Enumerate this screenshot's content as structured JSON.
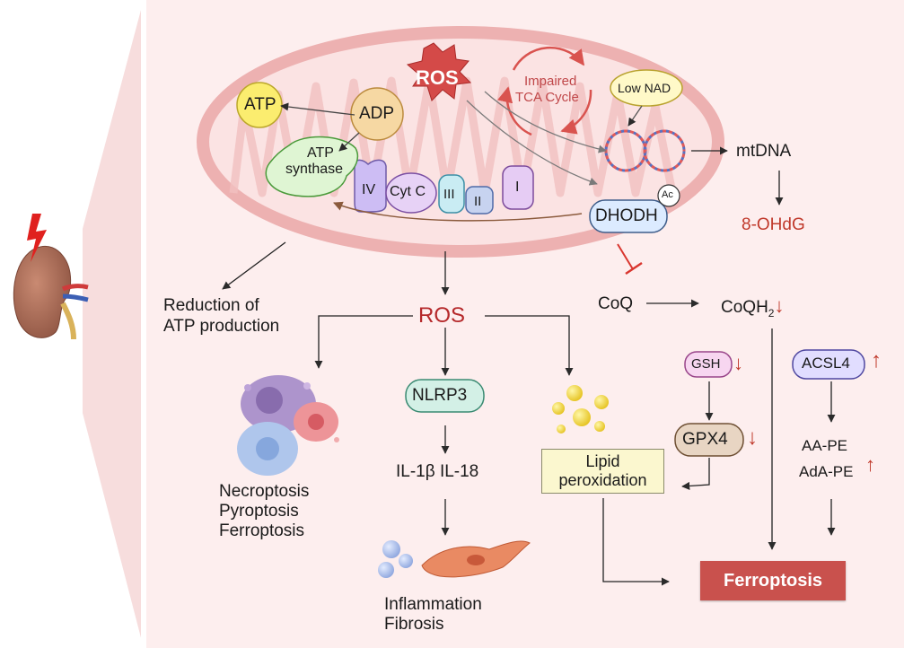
{
  "mito": {
    "ros_star": "ROS",
    "atp": "ATP",
    "adp": "ADP",
    "atp_synthase_line1": "ATP",
    "atp_synthase_line2": "synthase",
    "complex_iv": "IV",
    "cyt_c": "Cyt C",
    "complex_iii": "III",
    "complex_ii": "II",
    "complex_i": "I",
    "tca_line1": "Impaired",
    "tca_line2": "TCA Cycle",
    "low_nad": "Low NAD",
    "dhodh": "DHODH",
    "ac_badge": "Ac"
  },
  "right_pathway": {
    "mtdna": "mtDNA",
    "ohdg": "8-OHdG",
    "coq": "CoQ",
    "coqh2": "CoQH",
    "coqh2_sub": "2",
    "gsh": "GSH",
    "gpx4": "GPX4",
    "acsl4": "ACSL4",
    "aa_pe": "AA-PE",
    "ada_pe": "AdA-PE",
    "ferroptosis": "Ferroptosis",
    "down_arrow": "↓",
    "up_arrow": "↑"
  },
  "left_outcomes": {
    "reduction_line1": "Reduction of",
    "reduction_line2": "ATP  production",
    "ros_center": "ROS",
    "necroptosis": "Necroptosis",
    "pyroptosis": "Pyroptosis",
    "ferroptosis": "Ferroptosis",
    "nlrp3": "NLRP3",
    "il": "IL-1β IL-18",
    "inflammation": "Inflammation",
    "fibrosis": "Fibrosis",
    "lipid_line1": "Lipid",
    "lipid_line2": "peroxidation"
  },
  "colors": {
    "background_panel": "#fdeeee",
    "mito_outline": "#e9a7a7",
    "ros_red": "#b5282a",
    "arrow_red": "#d9362f",
    "ferroptosis_box": "#c9514d"
  }
}
